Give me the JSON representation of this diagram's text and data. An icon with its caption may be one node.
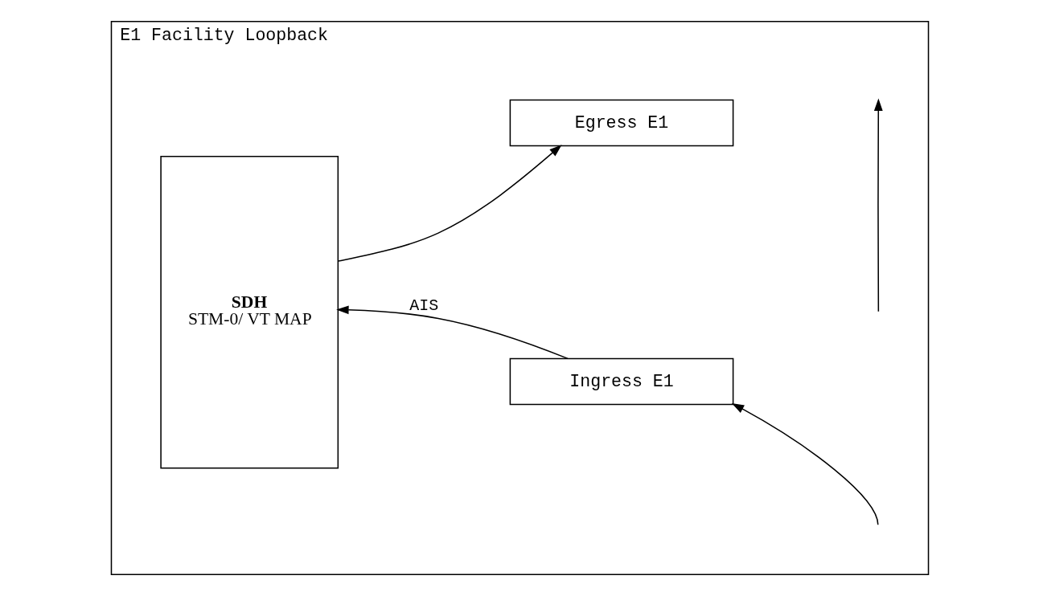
{
  "diagram": {
    "nodes": [
      {
        "text": [
          "E1 Facility Loopback"
        ]
      },
      {
        "text": [
          "SDH",
          "STM-0/ VT MAP"
        ],
        "in": 0
      },
      {
        "text": [
          "Ingress E1"
        ],
        "in": 0
      },
      {
        "text": [
          "Egress E1"
        ],
        "in": 0
      }
    ],
    "edges": [
      {
        "from": 2,
        "to": 1,
        "arrow": "to",
        "label": "AIS"
      },
      {
        "from": 1,
        "to": 3,
        "arrow": "to"
      },
      {
        "from": null,
        "to": 2,
        "arrow": "to"
      }
    ]
  }
}
